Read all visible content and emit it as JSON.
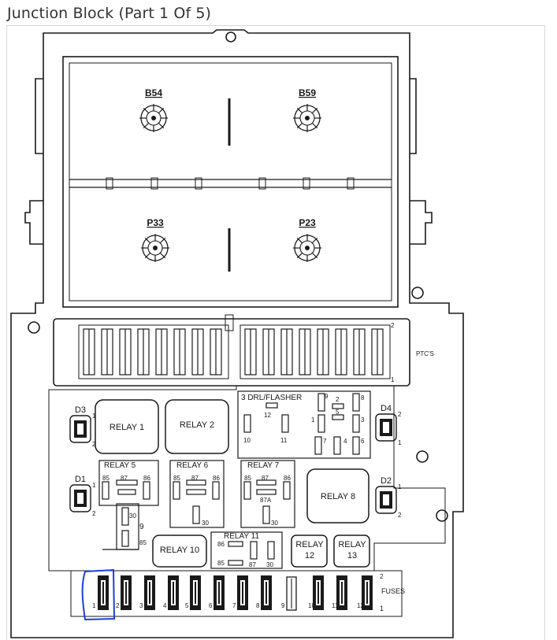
{
  "page": {
    "title": "Junction Block (Part 1 Of 5)"
  },
  "connectors": [
    {
      "id": "c1",
      "label": "B54"
    },
    {
      "id": "c2",
      "label": "B59"
    },
    {
      "id": "c3",
      "label": "P33"
    },
    {
      "id": "c4",
      "label": "P23"
    }
  ],
  "ptc_label": "PTC'S",
  "ptc_pins": [
    "2",
    "1"
  ],
  "diodes": [
    {
      "label": "D3",
      "pins": [
        "1",
        "2"
      ]
    },
    {
      "label": "D4",
      "pins": [
        "2",
        "1"
      ]
    },
    {
      "label": "D1",
      "pins": [
        "1",
        "2"
      ]
    },
    {
      "label": "D2",
      "pins": [
        "1",
        "2"
      ]
    }
  ],
  "relays": {
    "r1": "RELAY 1",
    "r2": "RELAY 2",
    "r5": "RELAY 5",
    "r6": "RELAY 6",
    "r7": "RELAY 7",
    "r8": "RELAY 8",
    "r9": "9",
    "r10": "RELAY 10",
    "r11": "RELAY 11",
    "r12": [
      "RELAY",
      "12"
    ],
    "r13": [
      "RELAY",
      "13"
    ]
  },
  "drl": {
    "title": "3 DRL/FLASHER",
    "pins": [
      "9",
      "2",
      "8",
      "5",
      "3",
      "1",
      "4",
      "7",
      "6",
      "12",
      "10",
      "11"
    ]
  },
  "relay_pins": {
    "r5": [
      "85",
      "87",
      "86",
      "30",
      "85"
    ],
    "r6": [
      "85",
      "87",
      "86",
      "30"
    ],
    "r7": [
      "85",
      "87",
      "86",
      "87A",
      "30"
    ],
    "r11": [
      "86",
      "85",
      "87",
      "30"
    ]
  },
  "fuses": {
    "label": "FUSES",
    "numbers": [
      "1",
      "2",
      "3",
      "4",
      "5",
      "6",
      "7",
      "8",
      "9",
      "10",
      "11",
      "12"
    ],
    "end_pins": [
      "2",
      "1"
    ]
  },
  "highlight_color": "#1f3fd6"
}
